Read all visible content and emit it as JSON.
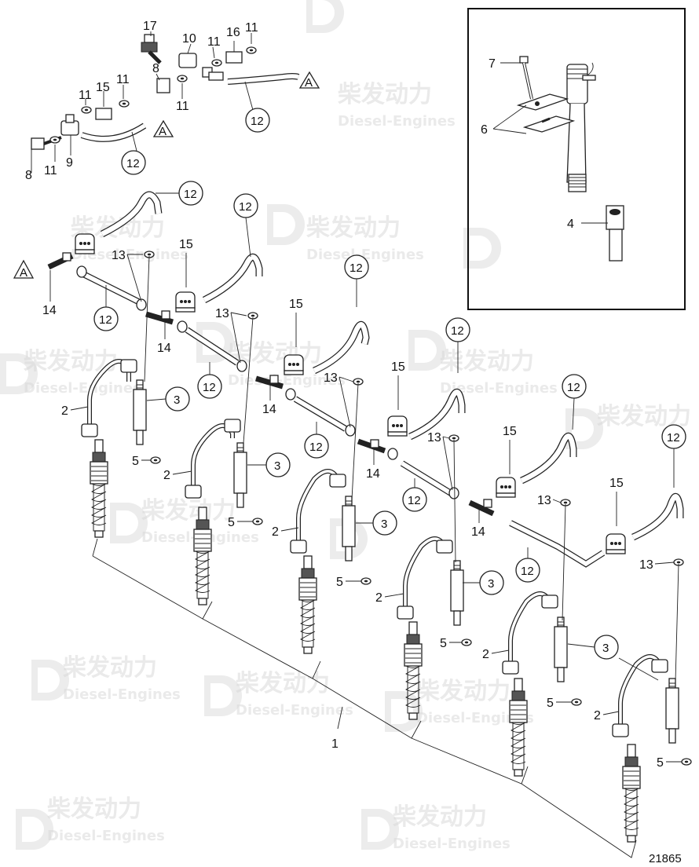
{
  "diagram": {
    "figure_number": "21865",
    "reference_marker": "A",
    "callouts": {
      "c1": "1",
      "c2": "2",
      "c3": "3",
      "c4": "4",
      "c5": "5",
      "c6": "6",
      "c7": "7",
      "c8": "8",
      "c9": "9",
      "c10": "10",
      "c11": "11",
      "c12": "12",
      "c13": "13",
      "c14": "14",
      "c15": "15",
      "c16": "16",
      "c17": "17"
    },
    "watermark": {
      "brand_cn": "柴发动力",
      "brand_en": "Diesel-Engines"
    }
  }
}
